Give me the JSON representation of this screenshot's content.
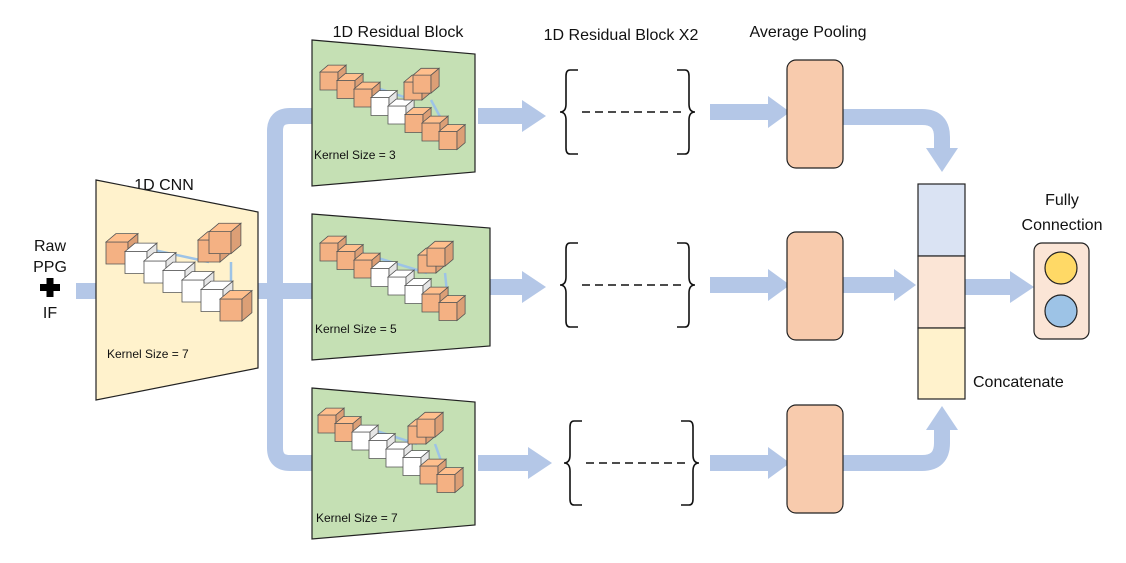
{
  "input": {
    "line1": "Raw",
    "line2": "PPG",
    "plus": "+",
    "line3": "IF"
  },
  "cnn": {
    "title": "1D CNN",
    "kernel": "Kernel Size = 7"
  },
  "residual": {
    "title": "1D Residual Block",
    "kernels": [
      "Kernel Size = 3",
      "Kernel Size = 5",
      "Kernel Size = 7"
    ]
  },
  "residual_x2": {
    "title": "1D Residual Block X2"
  },
  "pooling": {
    "title": "Average Pooling"
  },
  "concat": {
    "label": "Concatenate"
  },
  "fc": {
    "line1": "Fully",
    "line2": "Connection"
  },
  "colors": {
    "arrow": "#b4c7e7",
    "cnn_fill": "#fff2cc",
    "res_fill": "#c5e0b4",
    "pool_fill": "#f8cbad",
    "cube_fill": "#f4b183",
    "concat_top": "#dae3f3",
    "concat_mid": "#fbe5d6",
    "concat_bot": "#fff2cc",
    "fc_yellow": "#ffd966",
    "fc_blue": "#9dc3e6"
  }
}
